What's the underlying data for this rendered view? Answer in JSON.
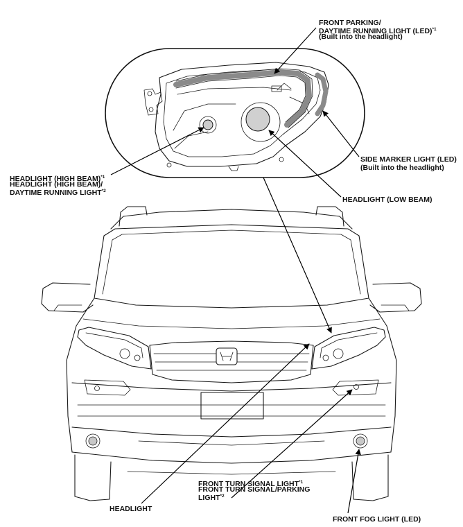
{
  "colors": {
    "line": "#1a1a1a",
    "led_strip": "#8a8a8a",
    "background": "#ffffff"
  },
  "labels": {
    "parking_drl": {
      "lines": [
        {
          "text": "FRONT PARKING/"
        },
        {
          "text": "DAYTIME RUNNING LIGHT (LED)",
          "sup": "*1"
        },
        {
          "text": "(Built into the headlight)"
        }
      ]
    },
    "high_beam": {
      "lines": [
        {
          "text": "HEADLIGHT (HIGH BEAM)",
          "sup": "*1"
        },
        {
          "text": "HEADLIGHT (HIGH BEAM)/"
        },
        {
          "text": "DAYTIME RUNNING LIGHT",
          "sup": "*2"
        }
      ]
    },
    "side_marker": {
      "lines": [
        {
          "text": "SIDE MARKER LIGHT (LED)"
        },
        {
          "text": "(Built into the headlight)"
        }
      ]
    },
    "low_beam": {
      "lines": [
        {
          "text": "HEADLIGHT (LOW BEAM)"
        }
      ]
    },
    "turn_signal": {
      "lines": [
        {
          "text": "FRONT TURN SIGNAL LIGHT",
          "sup": "*1"
        },
        {
          "text": "FRONT TURN SIGNAL/PARKING"
        },
        {
          "text": "LIGHT",
          "sup": "*2"
        }
      ]
    },
    "headlight": {
      "lines": [
        {
          "text": "HEADLIGHT"
        }
      ]
    },
    "fog": {
      "lines": [
        {
          "text": "FRONT FOG LIGHT (LED)"
        }
      ]
    }
  }
}
